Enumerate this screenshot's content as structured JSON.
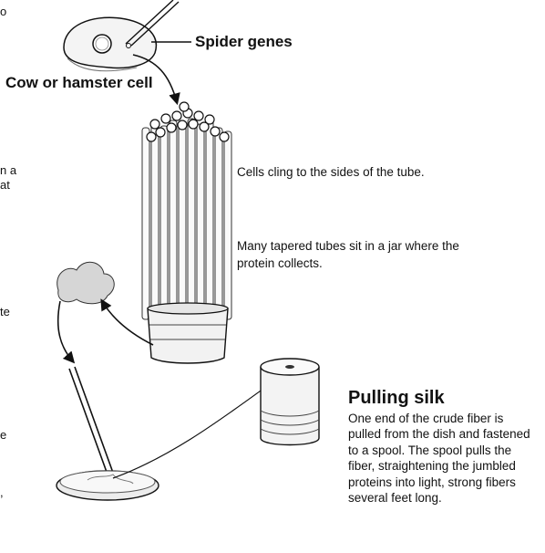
{
  "labels": {
    "spider_genes": "Spider genes",
    "cow_or_hamster_cell": "Cow or hamster cell"
  },
  "captions": {
    "cells_cling": "Cells cling to the sides of the tube.",
    "tapered_tubes": "Many tapered tubes sit in a jar where the protein collects."
  },
  "pulling_silk": {
    "title": "Pulling silk",
    "body": "One end of the crude fiber is pulled from the dish and fastened to a spool. The spool pulls the fiber, straightening the jumbled proteins into light, strong fibers several feet long."
  },
  "cut_off_text": {
    "top": "o",
    "line1": "n a",
    "line2": "at",
    "line3": "te",
    "line4": "e",
    "line5": ","
  }
}
